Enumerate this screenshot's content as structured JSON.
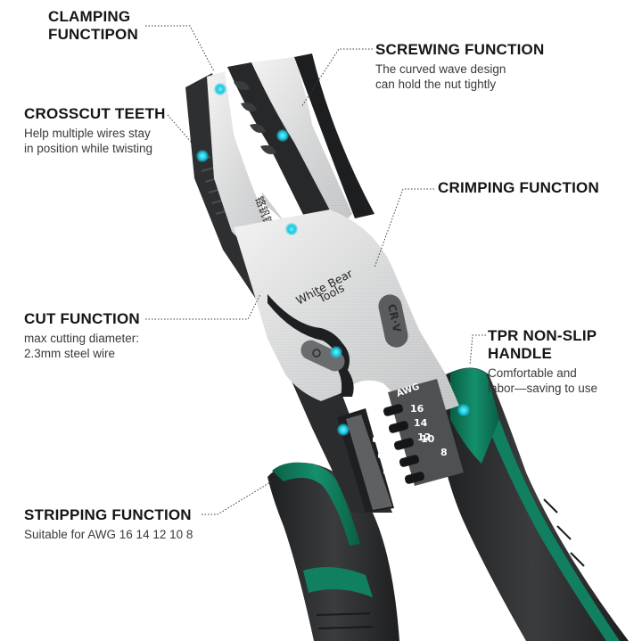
{
  "product": {
    "brand_engraving": [
      "White Bear",
      "Tools"
    ],
    "material_engraving_jaw": "CR-V",
    "material_engraving_badge": "CR·V",
    "chinese_engraving": "铬钒钢",
    "awg_label": "AWG",
    "awg_sizes": [
      "16",
      "14",
      "12",
      "10",
      "8"
    ]
  },
  "callouts": {
    "clamping": {
      "title_line1": "CLAMPING",
      "title_line2": "FUNCTIPON"
    },
    "screwing": {
      "title": "SCREWING FUNCTION",
      "desc_line1": "The curved wave design",
      "desc_line2": "can hold the nut tightly"
    },
    "crosscut": {
      "title": "CROSSCUT TEETH",
      "desc_line1": "Help multiple wires stay",
      "desc_line2": "in position while twisting"
    },
    "crimping": {
      "title": "CRIMPING FUNCTION"
    },
    "cut": {
      "title": "CUT FUNCTION",
      "desc_line1": "max cutting diameter:",
      "desc_line2": "2.3mm steel wire"
    },
    "tpr_handle": {
      "title_line1": "TPR NON-SLIP",
      "title_line2": "HANDLE",
      "desc_line1": "Comfortable and",
      "desc_line2": "labor—saving to use"
    },
    "stripping": {
      "title": "STRIPPING FUNCTION",
      "desc": "Suitable for AWG 16 14 12 10  8"
    }
  },
  "colors": {
    "accent_dot": "#19c8e0",
    "handle_green": "#0f7a5c",
    "handle_dark": "#2b2d2e",
    "steel": "#d8d9da",
    "jaw_dark": "#2f3133",
    "text_title": "#151515",
    "text_desc": "#3a3a3a"
  }
}
